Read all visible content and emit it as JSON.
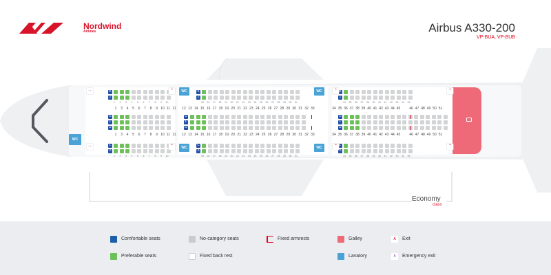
{
  "brand": {
    "name": "Nordwind",
    "sub": "Airlines",
    "color": "#d7142a"
  },
  "aircraft": {
    "title": "Airbus A330-200",
    "registrations": "VP-BUA, VP-BUB"
  },
  "cabin": {
    "class_name": "Economy",
    "class_sub": "class",
    "wc_label": "WC",
    "seat_letters": [
      "K",
      "J",
      "H",
      "G",
      "F",
      "E",
      "D",
      "C",
      "B",
      "A"
    ],
    "section1_rows_top": [
      "1",
      "2",
      "3",
      "4",
      "5",
      "6",
      "7",
      "8",
      "9",
      "10"
    ],
    "section1_rows_mid": [
      "1",
      "3",
      "4",
      "5",
      "6",
      "7",
      "8",
      "9",
      "10",
      "11"
    ],
    "section2_rows": [
      "12",
      "13",
      "14",
      "15",
      "16",
      "17",
      "18",
      "19",
      "20",
      "21",
      "22",
      "23",
      "24",
      "25",
      "26",
      "27",
      "28",
      "29",
      "30",
      "31",
      "32",
      "33"
    ],
    "section2_rows_top": [
      "15",
      "16",
      "17",
      "18",
      "19",
      "20",
      "21",
      "22",
      "23",
      "24",
      "25",
      "26",
      "27",
      "28",
      "29",
      "30",
      "31"
    ],
    "section3_rows": [
      "34",
      "35",
      "36",
      "37",
      "38",
      "39",
      "40",
      "41",
      "42",
      "43",
      "44",
      "45"
    ],
    "section3_rows_mid": [
      "46",
      "47",
      "48",
      "49",
      "50",
      "51"
    ]
  },
  "colors": {
    "preferable": "#6ec05a",
    "no_category": "#d2d4d6",
    "comfortable": "#1b5fa8",
    "galley": "#ee6a78",
    "lavatory": "#4aa3d6",
    "exit": "#e2001a",
    "emergency": "#a94fd6"
  },
  "legend": {
    "comfortable": "Comfortable seats",
    "preferable": "Preferable seats",
    "no_category": "No-category seats",
    "fixed_back": "Fixed back rest",
    "fixed_armrests": "Fixed armrests",
    "galley": "Galley",
    "lavatory": "Lavatory",
    "exit": "Exit",
    "emergency_exit": "Emergency exit"
  }
}
